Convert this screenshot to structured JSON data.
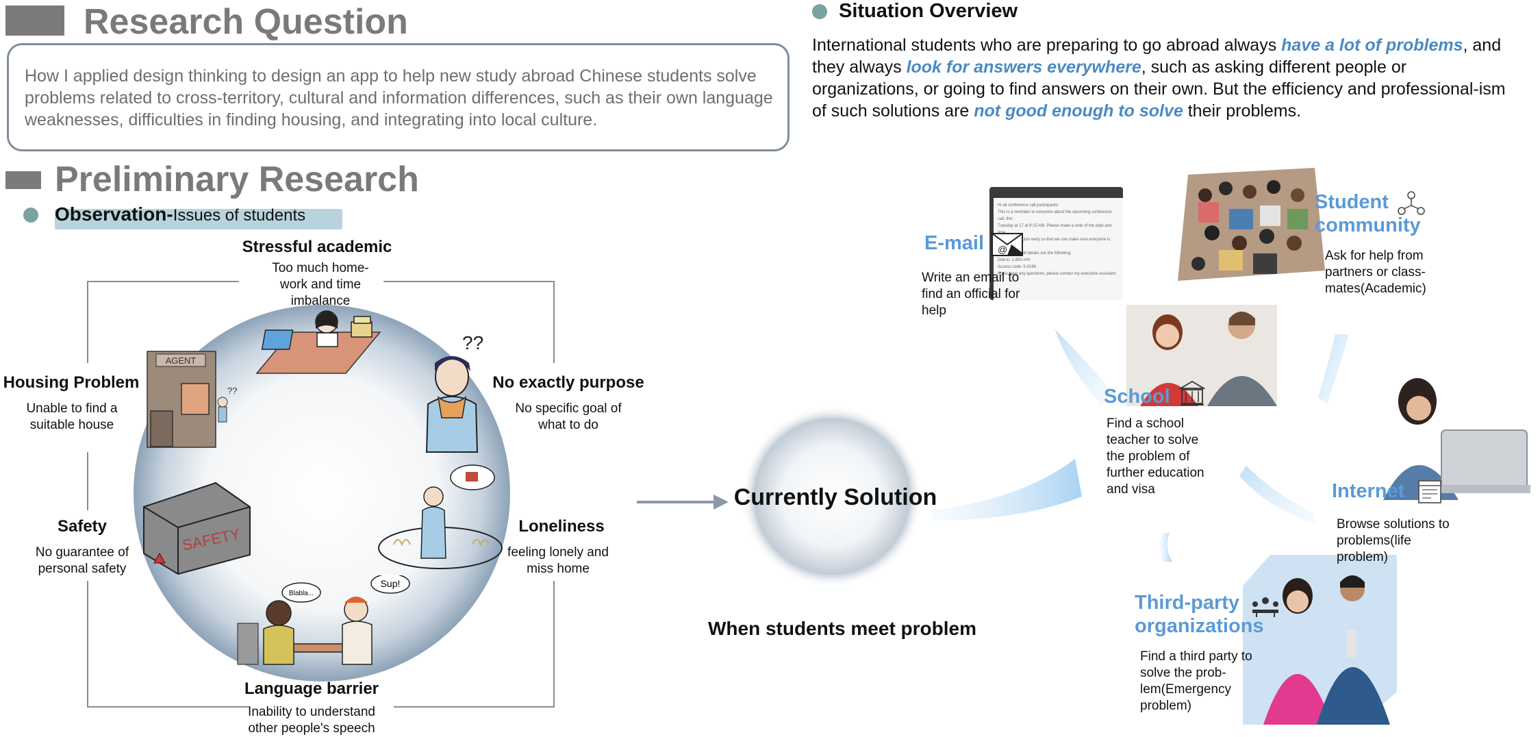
{
  "research_question": {
    "title": "Research Question",
    "text": "How I applied design thinking to design an app to help new study abroad Chinese students solve problems related to cross-territory, cultural and information differences, such as their own language weaknesses, difficulties in finding housing, and integrating into local culture."
  },
  "preliminary_research": {
    "title": "Preliminary Research",
    "observation_label": "Observation-",
    "observation_sub": "Issues of students"
  },
  "issues": {
    "stressful": {
      "title": "Stressful academic",
      "desc": "Too much home-work and time imbalance"
    },
    "purpose": {
      "title": "No exactly purpose",
      "desc": "No specific goal of what to do"
    },
    "housing": {
      "title": "Housing Problem",
      "desc": "Unable to find a suitable house"
    },
    "safety": {
      "title": "Safety",
      "desc": "No guarantee of personal safety"
    },
    "loneliness": {
      "title": "Loneliness",
      "desc": "feeling lonely and miss home"
    },
    "language": {
      "title": "Language barrier",
      "desc": "Inability to understand other people's speech"
    }
  },
  "illustration_text": {
    "agent_sign": "AGENT",
    "safety_box": "SAFETY",
    "question_marks": "??",
    "speech_1": "Blabla...",
    "speech_2": "Sup!"
  },
  "center": {
    "title": "Currently Solution",
    "subtitle": "When students meet problem"
  },
  "situation": {
    "title": "Situation Overview",
    "p1": "International students who are preparing to go abroad always ",
    "h1": "have a lot of problems",
    "p2": ", and they always ",
    "h2": "look for answers everywhere",
    "p3": ", such as asking different people or organizations, or going to find answers on their own. But the efficiency and professional-ism of such solutions are ",
    "h3": "not good enough to solve",
    "p4": " their problems."
  },
  "channels": {
    "email": {
      "title": "E-mail",
      "desc": "Write an email to find an official for help"
    },
    "community": {
      "title": "Student community",
      "desc": "Ask for help from partners or class-mates(Academic)"
    },
    "school": {
      "title": "School",
      "desc": "Find a school teacher to solve the problem of further education and visa"
    },
    "internet": {
      "title": "Internet",
      "desc": "Browse solutions to problems(life problem)"
    },
    "third": {
      "title": "Third-party organizations",
      "desc": "Find a third party to solve the prob-lem(Emergency problem)"
    }
  },
  "email_screen_lines": [
    "Hi all conference call participants:",
    "This is a reminder to everyone about the upcoming conference call, this",
    "Tuesday at 17 at 9:15 AM. Please make a note of the date and time",
    "if you need to join early so that we can make sure everyone is available",
    "Conference call details are the following:",
    "Dial-in: 1-800-###",
    "Access code: 5-0196",
    "If you have any questions, please contact my executive assistant."
  ],
  "colors": {
    "accent_blue": "#5b9ad6",
    "highlight_blue": "#4a8ac2",
    "section_gray": "#7a7a7a",
    "dot_teal": "#7aa3a0"
  }
}
